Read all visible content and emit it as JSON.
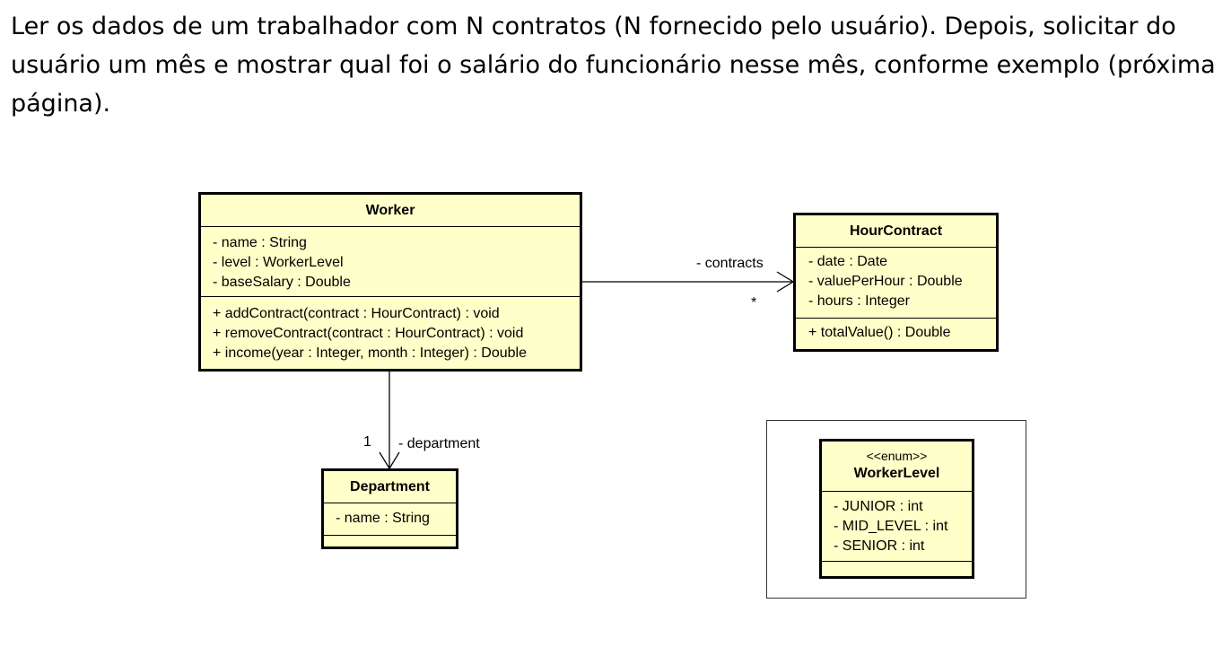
{
  "intro_text": "Ler os dados de um trabalhador com N contratos (N fornecido pelo usuário). Depois, solicitar do usuário um mês e mostrar qual foi o salário do funcionário nesse mês, conforme exemplo (próxima página).",
  "classes": {
    "worker": {
      "name": "Worker",
      "attributes": [
        "- name : String",
        "- level : WorkerLevel",
        "- baseSalary : Double"
      ],
      "operations": [
        "+ addContract(contract : HourContract) : void",
        "+ removeContract(contract : HourContract) : void",
        "+ income(year : Integer, month : Integer) : Double"
      ]
    },
    "hour_contract": {
      "name": "HourContract",
      "attributes": [
        "- date : Date",
        "- valuePerHour : Double",
        "- hours : Integer"
      ],
      "operations": [
        "+ totalValue() : Double"
      ]
    },
    "department": {
      "name": "Department",
      "attributes": [
        "- name : String"
      ]
    },
    "worker_level": {
      "stereotype": "<<enum>>",
      "name": "WorkerLevel",
      "attributes": [
        "- JUNIOR : int",
        "- MID_LEVEL : int",
        "- SENIOR : int"
      ]
    }
  },
  "associations": {
    "contracts": {
      "role": "- contracts",
      "multiplicity": "*"
    },
    "department": {
      "role": "- department",
      "multiplicity": "1"
    }
  },
  "colors": {
    "class_fill": "#ffffc9",
    "border": "#000000"
  }
}
